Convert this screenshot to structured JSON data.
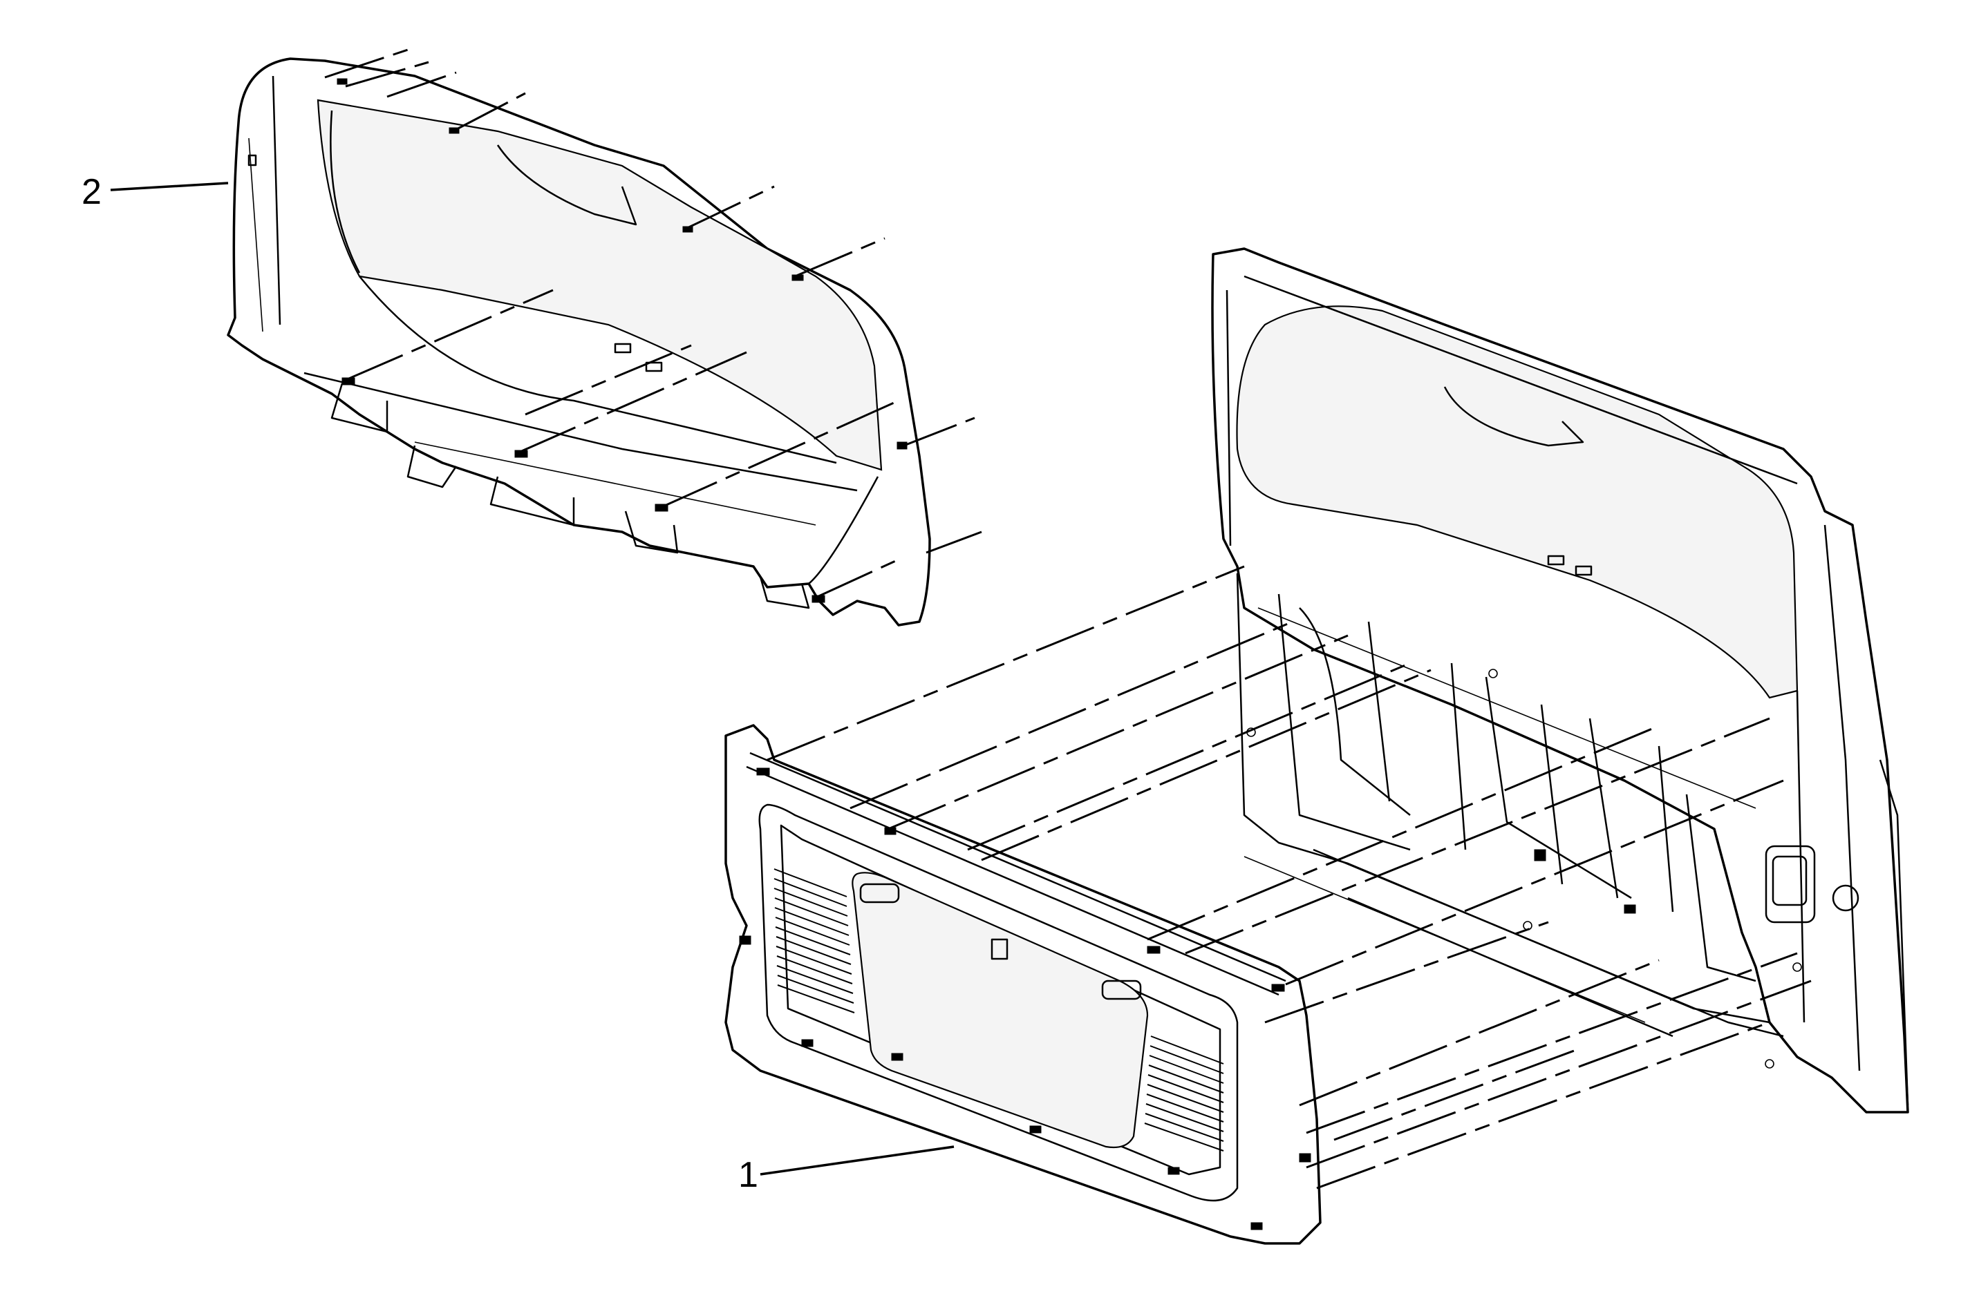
{
  "callouts": [
    {
      "id": "1",
      "label": "1"
    },
    {
      "id": "2",
      "label": "2"
    }
  ],
  "colors": {
    "line": "#000000",
    "background": "#ffffff",
    "panel_shade": "#f4f4f4"
  }
}
